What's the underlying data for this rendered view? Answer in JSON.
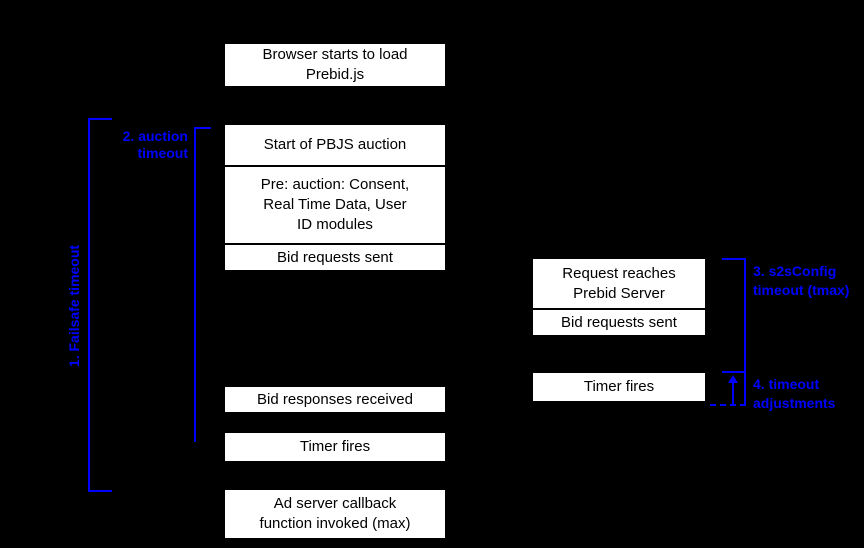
{
  "colors": {
    "background": "#000000",
    "box_background": "#ffffff",
    "box_text": "#000000",
    "accent_blue": "#0000ff"
  },
  "client_timeline": {
    "browser_load": "Browser starts to load\nPrebid.js",
    "auction_start": "Start of PBJS auction",
    "pre_auction": "Pre: auction: Consent,\nReal Time Data, User\nID modules",
    "bid_requests_sent": "Bid requests sent",
    "bid_responses_received": "Bid responses received",
    "timer_fires": "Timer fires",
    "ad_server_callback": "Ad server callback\nfunction invoked (max)"
  },
  "server_timeline": {
    "request_reaches_server": "Request reaches\nPrebid Server",
    "bid_requests_sent": "Bid requests sent",
    "timer_fires": "Timer fires"
  },
  "annotations": {
    "failsafe_timeout": "1. Failsafe timeout",
    "auction_timeout": "2. auction\ntimeout",
    "s2s_timeout": "3. s2sConfig\ntimeout (tmax)",
    "timeout_adjustments": "4. timeout\nadjustments"
  }
}
